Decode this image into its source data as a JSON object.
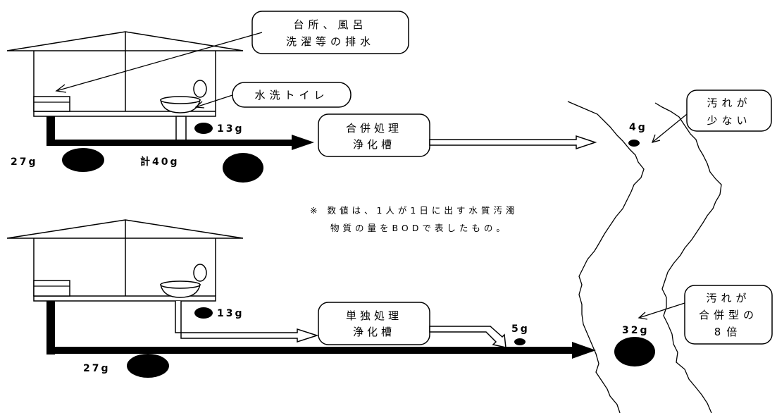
{
  "callouts": {
    "kitchen_line1": "台所、風呂",
    "kitchen_line2": "洗濯等の排水",
    "toilet": "水洗トイレ",
    "clean_line1": "汚れが",
    "clean_line2": "少ない",
    "dirty_line1": "汚れが",
    "dirty_line2": "合併型の",
    "dirty_line3": "8倍"
  },
  "tanks": {
    "combined_line1": "合併処理",
    "combined_line2": "浄化槽",
    "single_line1": "単独処理",
    "single_line2": "浄化槽"
  },
  "note": {
    "line1": "※ 数値は、1人が1日に出す水質汚濁",
    "line2": "物質の量をBODで表したもの。"
  },
  "amounts": {
    "top_toilet": "13g",
    "top_gray": "27g",
    "top_total": "計40g",
    "top_river": "4g",
    "bottom_toilet": "13g",
    "bottom_gray": "27g",
    "bottom_tank_out": "5g",
    "bottom_river": "32g"
  },
  "colors": {
    "ink": "#000000",
    "paper": "#ffffff"
  }
}
